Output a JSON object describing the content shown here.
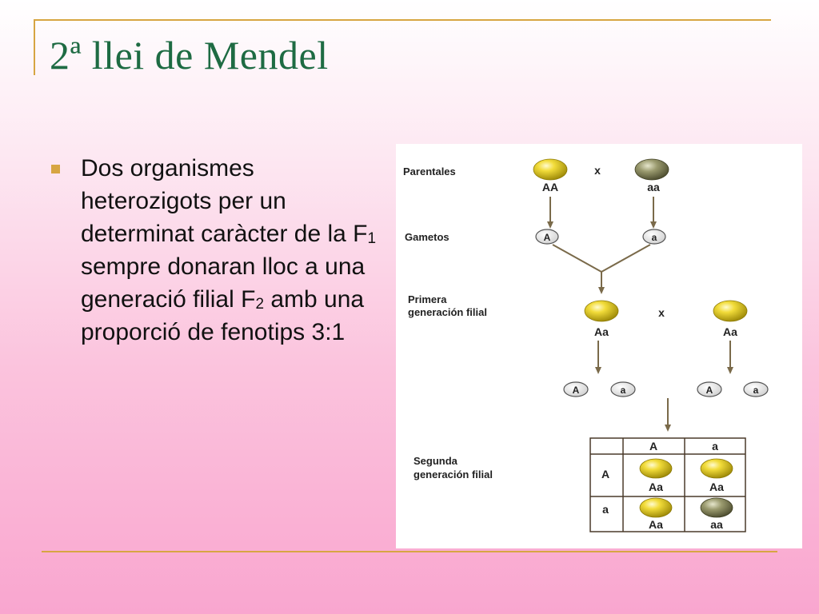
{
  "slide": {
    "title": "2ª llei de Mendel",
    "bullet": {
      "p1": "Dos organismes heterozigots per un determinat caràcter de la F",
      "sub1": "1",
      "p2": " sempre donaran lloc a una generació filial F",
      "sub2": "2",
      "p3": " amb una proporció de fenotips 3:1"
    }
  },
  "diagram": {
    "labels": {
      "parentales": "Parentales",
      "gametos": "Gametos",
      "primera_1": "Primera",
      "primera_2": "generación filial",
      "segunda_1": "Segunda",
      "segunda_2": "generación filial"
    },
    "cross_symbol": "x",
    "parents": [
      "AA",
      "aa"
    ],
    "parent_gametes": [
      "A",
      "a"
    ],
    "f1": [
      "Aa",
      "Aa"
    ],
    "f1_gametes": [
      "A",
      "a",
      "A",
      "a"
    ],
    "punnett": {
      "col_headers": [
        "A",
        "a"
      ],
      "row_headers": [
        "A",
        "a"
      ],
      "cells": [
        [
          "Aa",
          "Aa"
        ],
        [
          "Aa",
          "aa"
        ]
      ]
    },
    "colors": {
      "dominant": "#e2c414",
      "recessive": "#8a8a5e",
      "arrow": "#7a6a4a",
      "frame_line": "#d7a542",
      "title": "#1e6b43"
    }
  }
}
